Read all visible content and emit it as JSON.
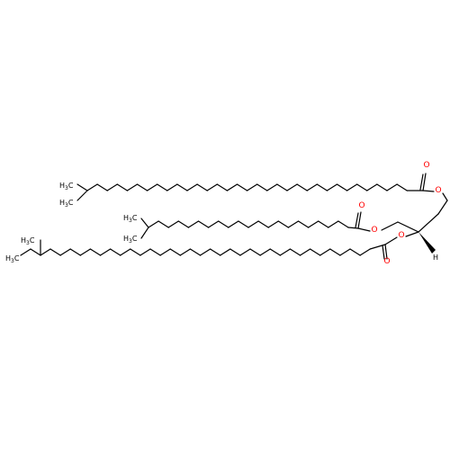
{
  "molecule": {
    "colors": {
      "bond": "#000000",
      "oxygen": "#ff0000",
      "label": "#000000"
    },
    "labels": {
      "oxygen": "O",
      "hydrogen": "H",
      "methyl_sub": "3",
      "methyl_text": "CH",
      "carbon_h": "H",
      "carbon_c": "C"
    }
  }
}
